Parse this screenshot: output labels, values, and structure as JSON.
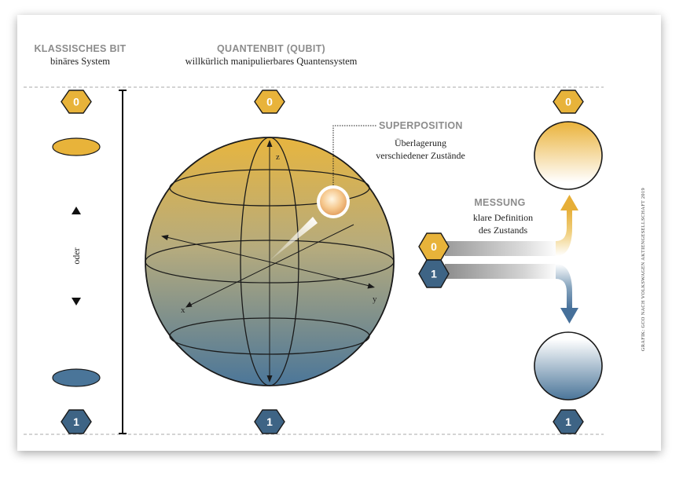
{
  "classic": {
    "heading": "KLASSISCHES BIT",
    "subheading": "binäres System",
    "state_top": "0",
    "state_bottom": "1",
    "middle_label": "oder"
  },
  "qubit": {
    "heading": "QUANTENBIT (QUBIT)",
    "subheading": "willkürlich manipulierbares Quantensystem",
    "state_top": "0",
    "state_bottom": "1",
    "axis_z": "z",
    "axis_x": "x",
    "axis_y": "y"
  },
  "superposition": {
    "heading": "SUPERPOSITION",
    "line1": "Überlagerung",
    "line2": "verschiedener Zustände"
  },
  "measurement": {
    "heading": "MESSUNG",
    "line1": "klare Definition",
    "line2": "des Zustands",
    "state_a": "0",
    "state_b": "1",
    "result_top": "0",
    "result_bottom": "1"
  },
  "credit": "GRAFIK: GCO NACH VOLKSWAGEN AKTIENGESELLSCHAFT 2019",
  "colors": {
    "gold": "#e8b33a",
    "blue": "#4a7599",
    "dark_blue": "#3e6485",
    "hex_outline": "#1a1a1a"
  }
}
